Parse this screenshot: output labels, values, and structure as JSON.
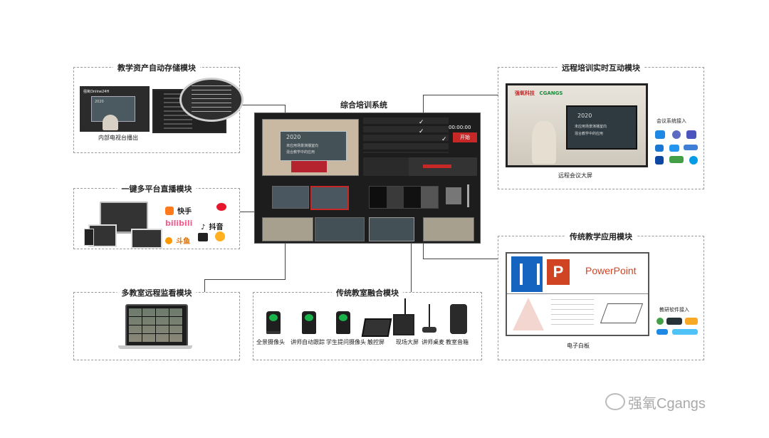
{
  "modules": {
    "asset_storage": {
      "title": "教学资产自动存储模块",
      "caption": "内部电视台播出",
      "screen_text": "强氧Online24H",
      "slide_year": "2020"
    },
    "live_stream": {
      "title": "一键多平台直播模块",
      "platforms": [
        "快手",
        "bilibili",
        "抖音",
        "斗鱼"
      ]
    },
    "monitor": {
      "title": "多教室远程监看模块"
    },
    "integrated": {
      "title": "综合培训系统",
      "timer": "00:00:00",
      "start_button": "开始",
      "slide_year": "2020",
      "slide_line1": "未应用场景演播室向",
      "slide_line2": "混合教学中的应用"
    },
    "traditional_fusion": {
      "title": "传统教室融合模块",
      "devices": [
        "全景摄像头",
        "讲师自动跟踪",
        "学生提问摄像头",
        "触控屏",
        "现场大屏",
        "讲师桌麦",
        "教室音箱"
      ]
    },
    "remote_training": {
      "title": "远程培训实时互动模块",
      "caption": "远程会议大屏",
      "side_label": "会议系统接入",
      "brand": "强氧科技",
      "brand2": "CGANGS",
      "slide_year": "2020",
      "slide_line1": "未应用场景演播室向",
      "slide_line2": "混合教学中的应用"
    },
    "traditional_app": {
      "title": "传统教学应用模块",
      "caption": "电子白板",
      "ppt_label": "PowerPoint",
      "side_label": "教研软件接入"
    }
  },
  "watermark": "强氧Cgangs",
  "colors": {
    "ppt_red": "#d04423",
    "start_red": "#c62828",
    "bili_pink": "#f25d8e",
    "kuaishou_orange": "#ff7a1a"
  }
}
